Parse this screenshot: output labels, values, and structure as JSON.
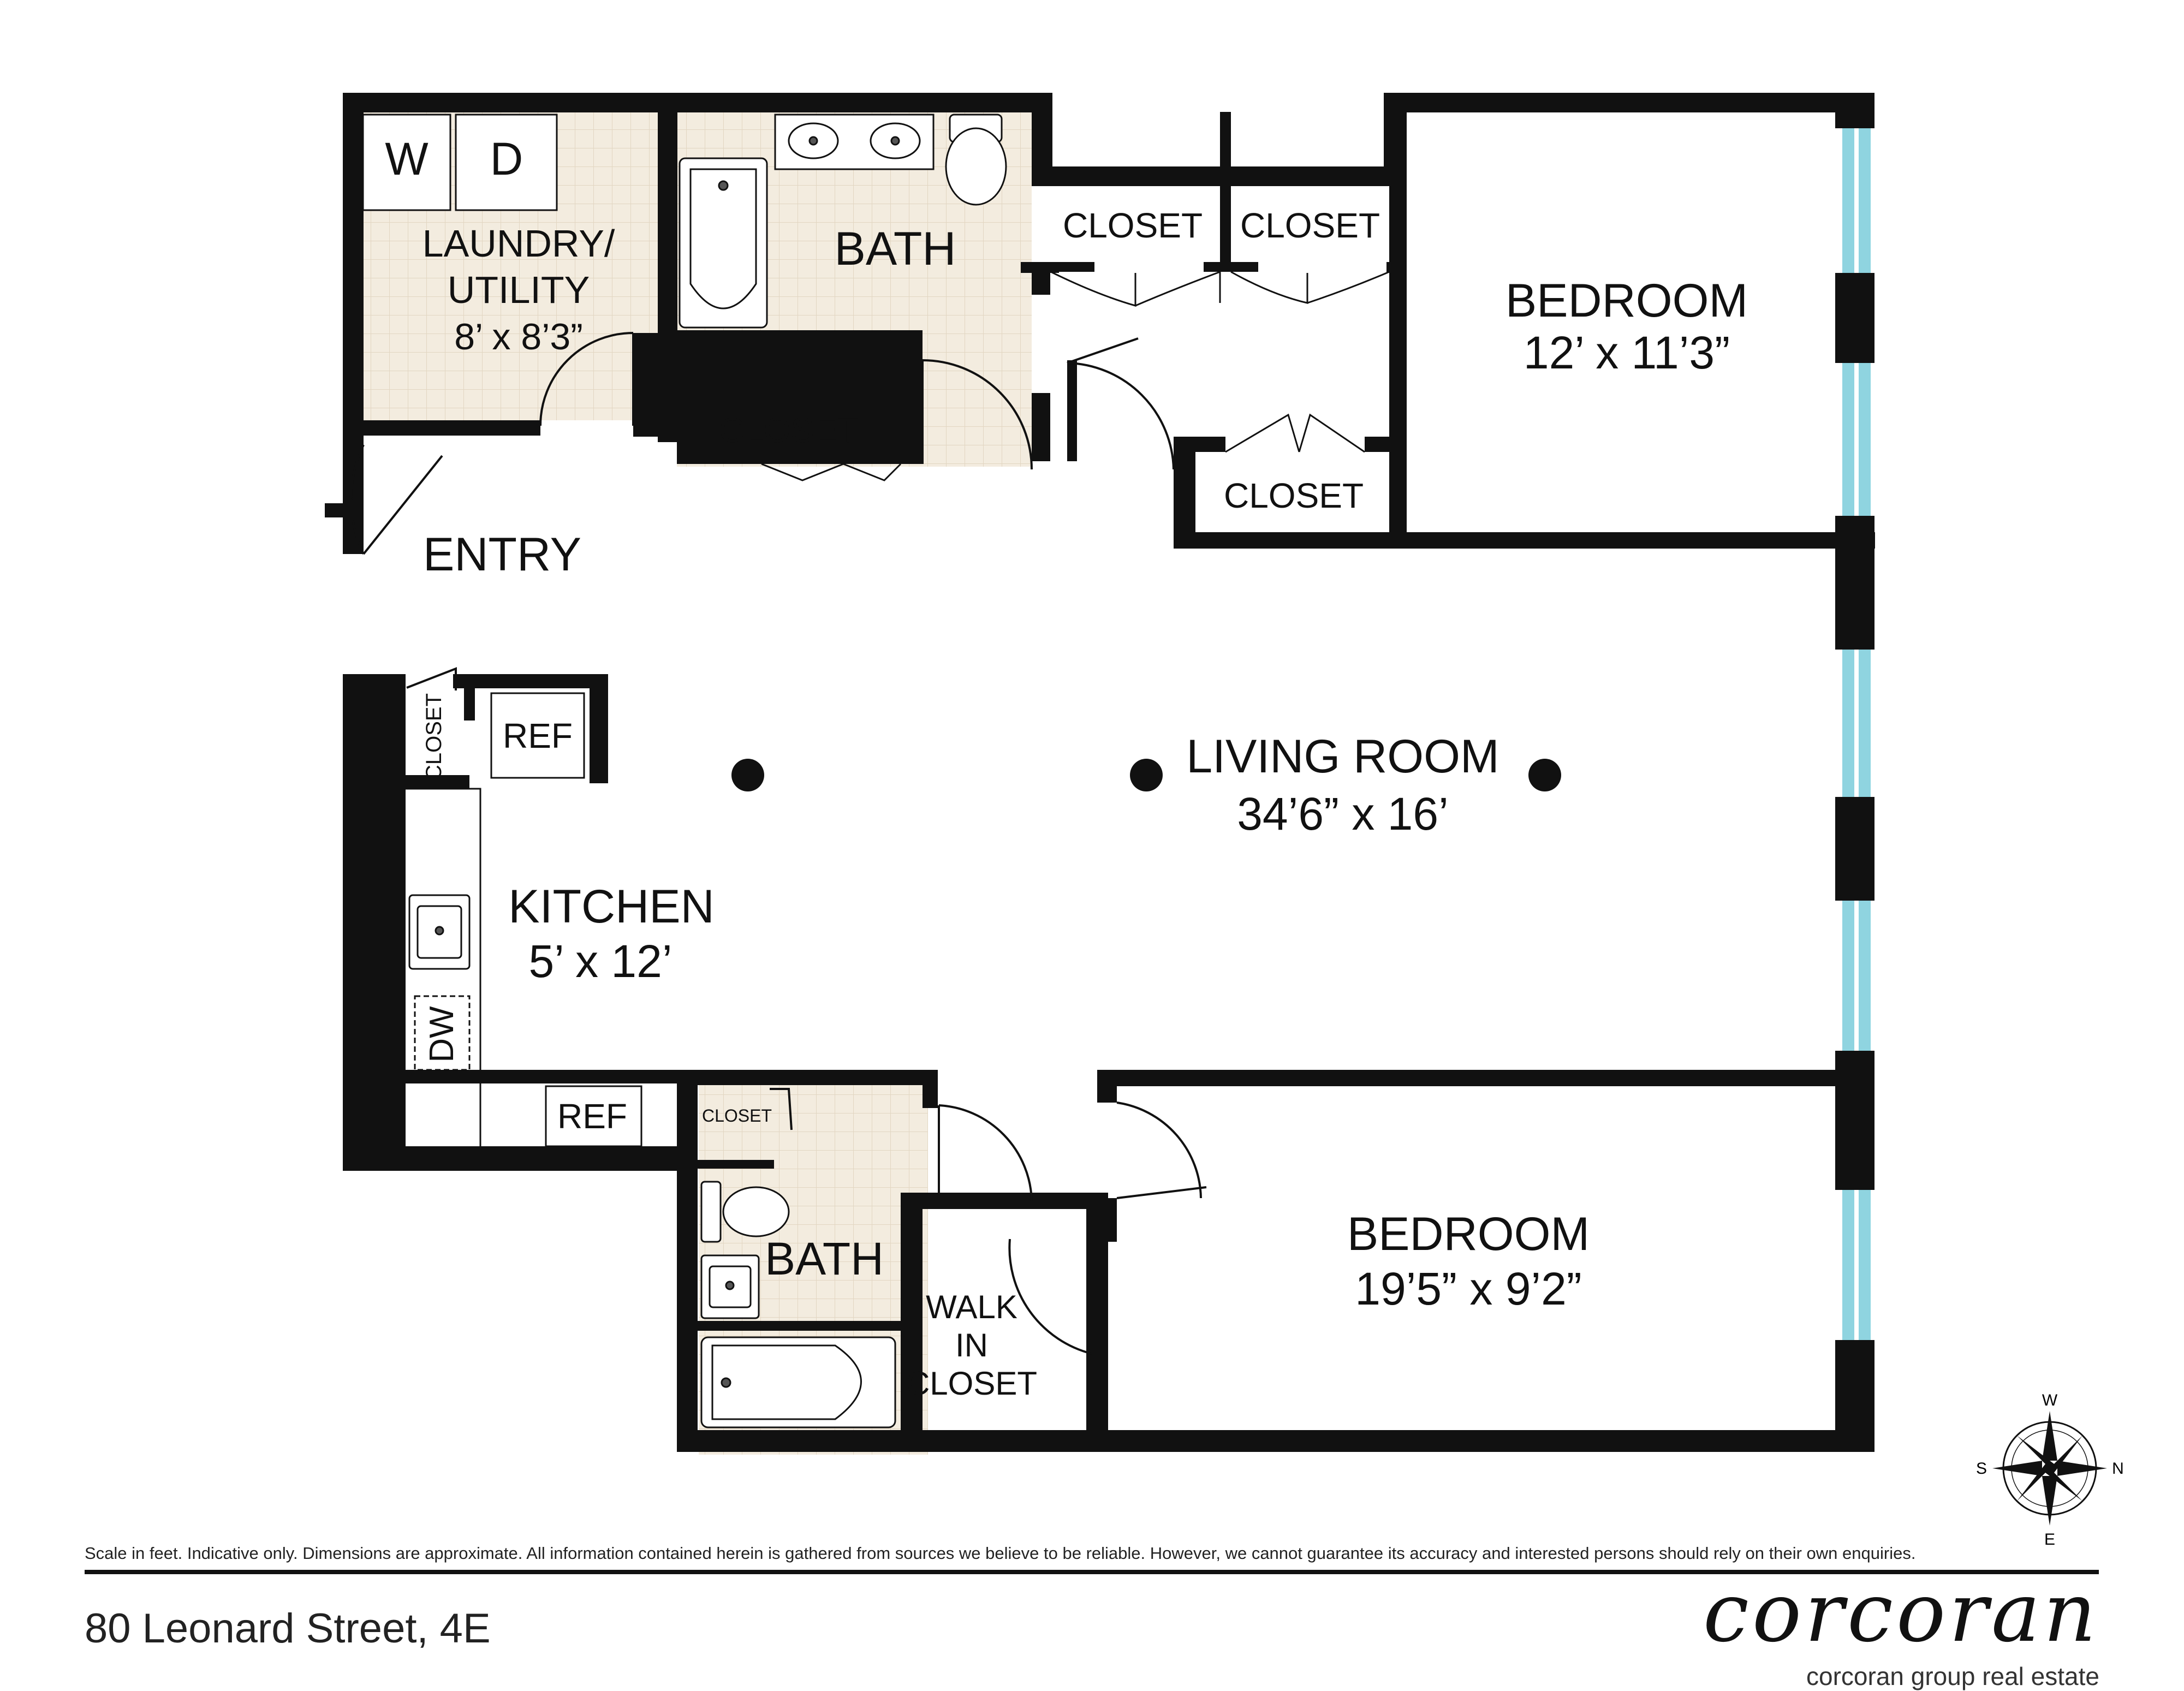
{
  "rooms": {
    "laundry_title_1": "LAUNDRY/",
    "laundry_title_2": "UTILITY",
    "laundry_dims": "8’ x 8’3”",
    "washer": "W",
    "dryer": "D",
    "bath_main": "BATH",
    "closet_bath": "CLOSET",
    "closet_top_1": "CLOSET",
    "closet_top_2": "CLOSET",
    "closet_bedroom": "CLOSET",
    "bedroom_1_title": "BEDROOM",
    "bedroom_1_dims": "12’ x 11’3”",
    "entry": "ENTRY",
    "closet_entry": "CLOSET",
    "ref_upper": "REF",
    "living_title": "LIVING ROOM",
    "living_dims": "34’6” x 16’",
    "kitchen_title": "KITCHEN",
    "kitchen_dims": "5’ x 12’",
    "dishwasher": "DW",
    "ref_lower": "REF",
    "closet_small": "CLOSET",
    "bath_second": "BATH",
    "walkin_1": "WALK",
    "walkin_2": "IN",
    "walkin_3": "CLOSET",
    "bedroom_2_title": "BEDROOM",
    "bedroom_2_dims": "19’5” x 9’2”"
  },
  "compass": {
    "w": "W",
    "e": "E",
    "s": "S",
    "n": "N"
  },
  "footer": {
    "disclaimer": "Scale in feet. Indicative only. Dimensions are approximate. All information contained herein is gathered from sources we believe to be reliable. However, we cannot guarantee its accuracy and interested persons should rely on their own enquiries.",
    "address": "80 Leonard Street, 4E",
    "brand": "corcoran",
    "tagline": "corcoran group real estate"
  },
  "colors": {
    "wall": "#111111",
    "window": "#8fd4e0",
    "tile": "#f3ecdf"
  }
}
